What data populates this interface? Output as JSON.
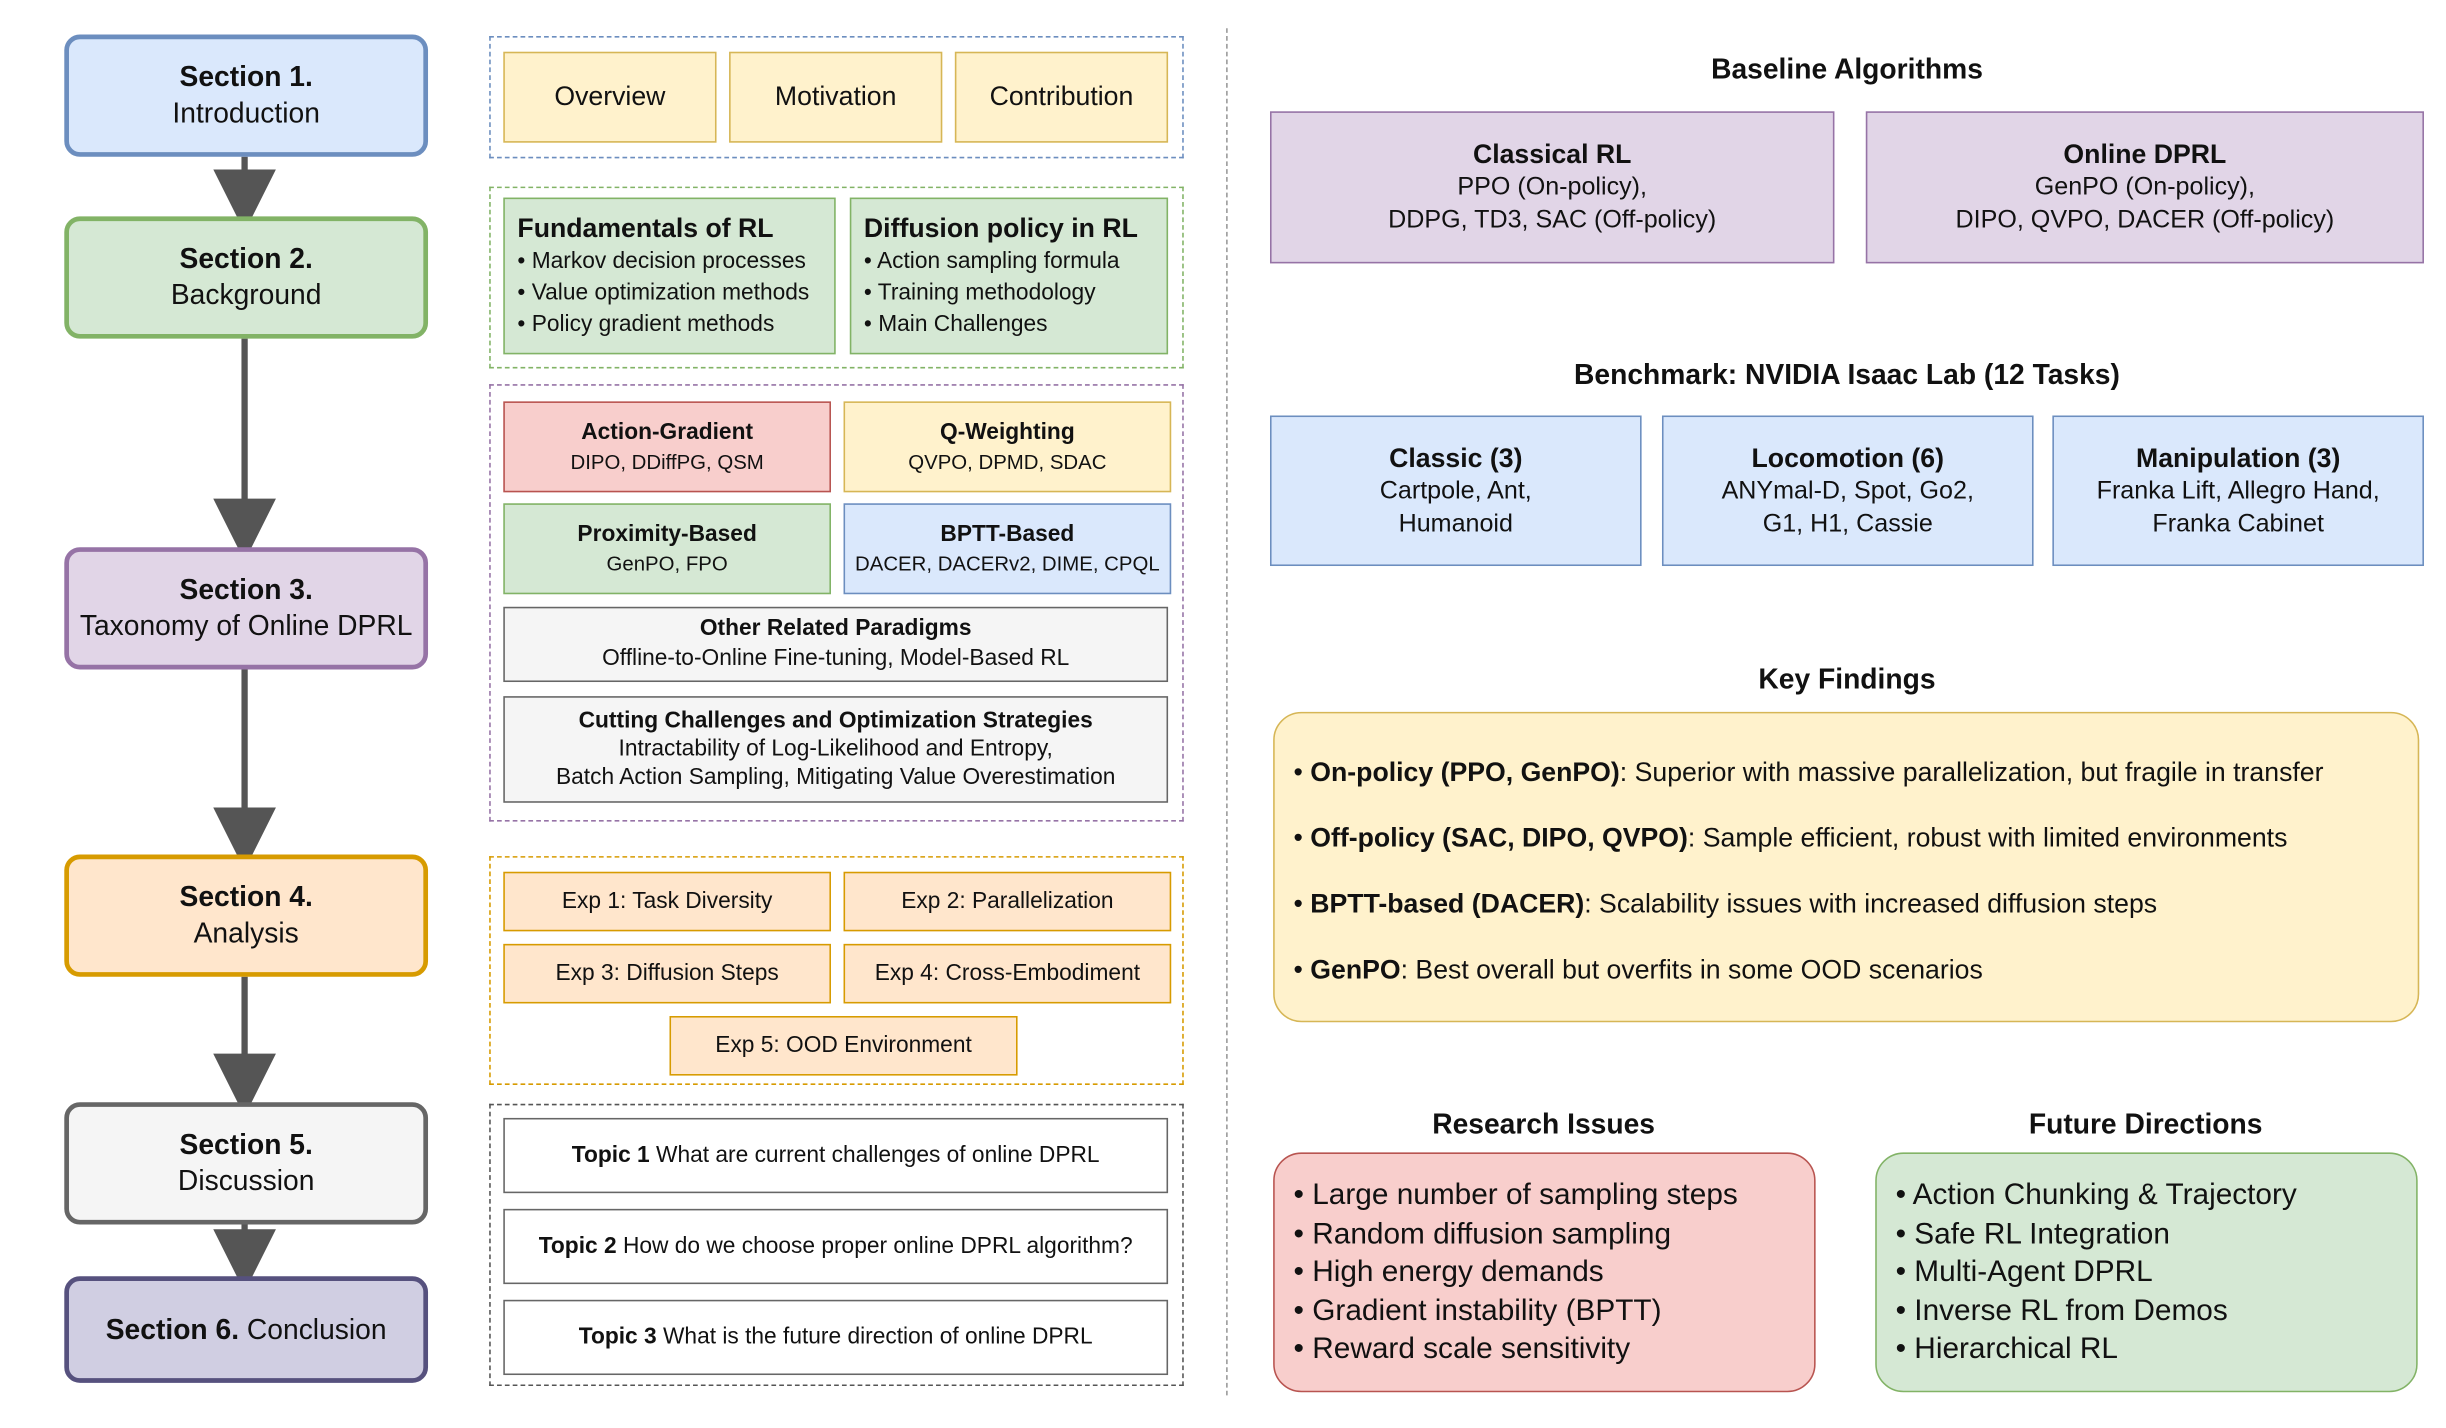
{
  "colors": {
    "blue_bg": "#dae8fc",
    "blue_border": "#6c8ebf",
    "green_bg": "#d5e8d4",
    "green_border": "#82b366",
    "purple_bg": "#e1d5e7",
    "purple_border": "#9673a6",
    "orange_bg": "#ffe6cc",
    "orange_border": "#d79b00",
    "gray_bg": "#f5f5f5",
    "gray_border": "#666666",
    "dark_purple_bg": "#d0cee2",
    "dark_purple_border": "#56517e",
    "yellow_bg": "#fff2cc",
    "yellow_border": "#d6b656",
    "red_bg": "#f8cecc",
    "red_border": "#b85450"
  },
  "sections": [
    {
      "bold": "Section 1.",
      "rest": "Introduction"
    },
    {
      "bold": "Section 2.",
      "rest": "Background"
    },
    {
      "bold": "Section 3.",
      "rest": "Taxonomy of Online DPRL"
    },
    {
      "bold": "Section 4.",
      "rest": "Analysis"
    },
    {
      "bold": "Section 5.",
      "rest": "Discussion"
    },
    {
      "bold": "Section 6.",
      "rest": "Conclusion"
    }
  ],
  "intro": {
    "items": [
      "Overview",
      "Motivation",
      "Contribution"
    ]
  },
  "background": {
    "fundamentals": {
      "title": "Fundamentals of RL",
      "items": [
        "Markov decision processes",
        "Value optimization methods",
        "Policy gradient methods"
      ]
    },
    "diffusion": {
      "title": "Diffusion policy in RL",
      "items": [
        "Action sampling formula",
        "Training methodology",
        "Main Challenges"
      ]
    }
  },
  "taxonomy": {
    "action_gradient": {
      "title": "Action-Gradient",
      "methods": "DIPO, DDiffPG, QSM"
    },
    "q_weighting": {
      "title": "Q-Weighting",
      "methods": "QVPO, DPMD, SDAC"
    },
    "proximity": {
      "title": "Proximity-Based",
      "methods": "GenPO, FPO"
    },
    "bptt": {
      "title": "BPTT-Based",
      "methods": "DACER, DACERv2, DIME, CPQL"
    },
    "other": {
      "title": "Other Related Paradigms",
      "text": "Offline-to-Online Fine-tuning, Model-Based RL"
    },
    "cutting": {
      "title": "Cutting Challenges and Optimization Strategies",
      "line1": "Intractability of Log-Likelihood and Entropy,",
      "line2": "Batch Action Sampling, Mitigating Value Overestimation"
    }
  },
  "analysis": {
    "exp1": "Exp 1: Task Diversity",
    "exp2": "Exp 2: Parallelization",
    "exp3": "Exp 3: Diffusion Steps",
    "exp4": "Exp 4: Cross-Embodiment",
    "exp5": "Exp 5: OOD Environment"
  },
  "discussion": [
    {
      "bold": "Topic 1",
      "text": " What are current challenges of online DPRL"
    },
    {
      "bold": "Topic 2",
      "text": " How do we choose proper online DPRL algorithm?"
    },
    {
      "bold": "Topic 3",
      "text": " What is the future direction of online DPRL"
    }
  ],
  "baselines": {
    "heading": "Baseline Algorithms",
    "classical": {
      "title": "Classical RL",
      "line1": "PPO (On-policy),",
      "line2": "DDPG, TD3, SAC (Off-policy)"
    },
    "online": {
      "title": "Online DPRL",
      "line1": "GenPO (On-policy),",
      "line2": "DIPO, QVPO, DACER (Off-policy)"
    }
  },
  "benchmark": {
    "heading": "Benchmark: NVIDIA Isaac Lab (12 Tasks)",
    "classic": {
      "title": "Classic (3)",
      "line1": "Cartpole, Ant,",
      "line2": "Humanoid"
    },
    "locomotion": {
      "title": "Locomotion (6)",
      "line1": "ANYmal-D, Spot, Go2,",
      "line2": "G1, H1, Cassie"
    },
    "manipulation": {
      "title": "Manipulation (3)",
      "line1": "Franka Lift, Allegro Hand,",
      "line2": "Franka Cabinet"
    }
  },
  "findings": {
    "heading": "Key Findings",
    "items": [
      {
        "bold": "On-policy (PPO, GenPO)",
        "text": ": Superior with massive parallelization, but fragile in transfer"
      },
      {
        "bold": "Off-policy (SAC, DIPO, QVPO)",
        "text": ": Sample efficient, robust with limited environments"
      },
      {
        "bold": "BPTT-based (DACER)",
        "text": ": Scalability issues with increased diffusion steps"
      },
      {
        "bold": "GenPO",
        "text": ": Best overall but overfits in some OOD scenarios"
      }
    ]
  },
  "issues": {
    "heading": "Research Issues",
    "items": [
      "Large number of sampling steps",
      "Random diffusion sampling",
      "High energy demands",
      "Gradient instability (BPTT)",
      "Reward scale sensitivity"
    ]
  },
  "future": {
    "heading": "Future Directions",
    "items": [
      "Action Chunking & Trajectory",
      "Safe RL Integration",
      "Multi-Agent DPRL",
      "Inverse RL from Demos",
      "Hierarchical RL"
    ]
  }
}
